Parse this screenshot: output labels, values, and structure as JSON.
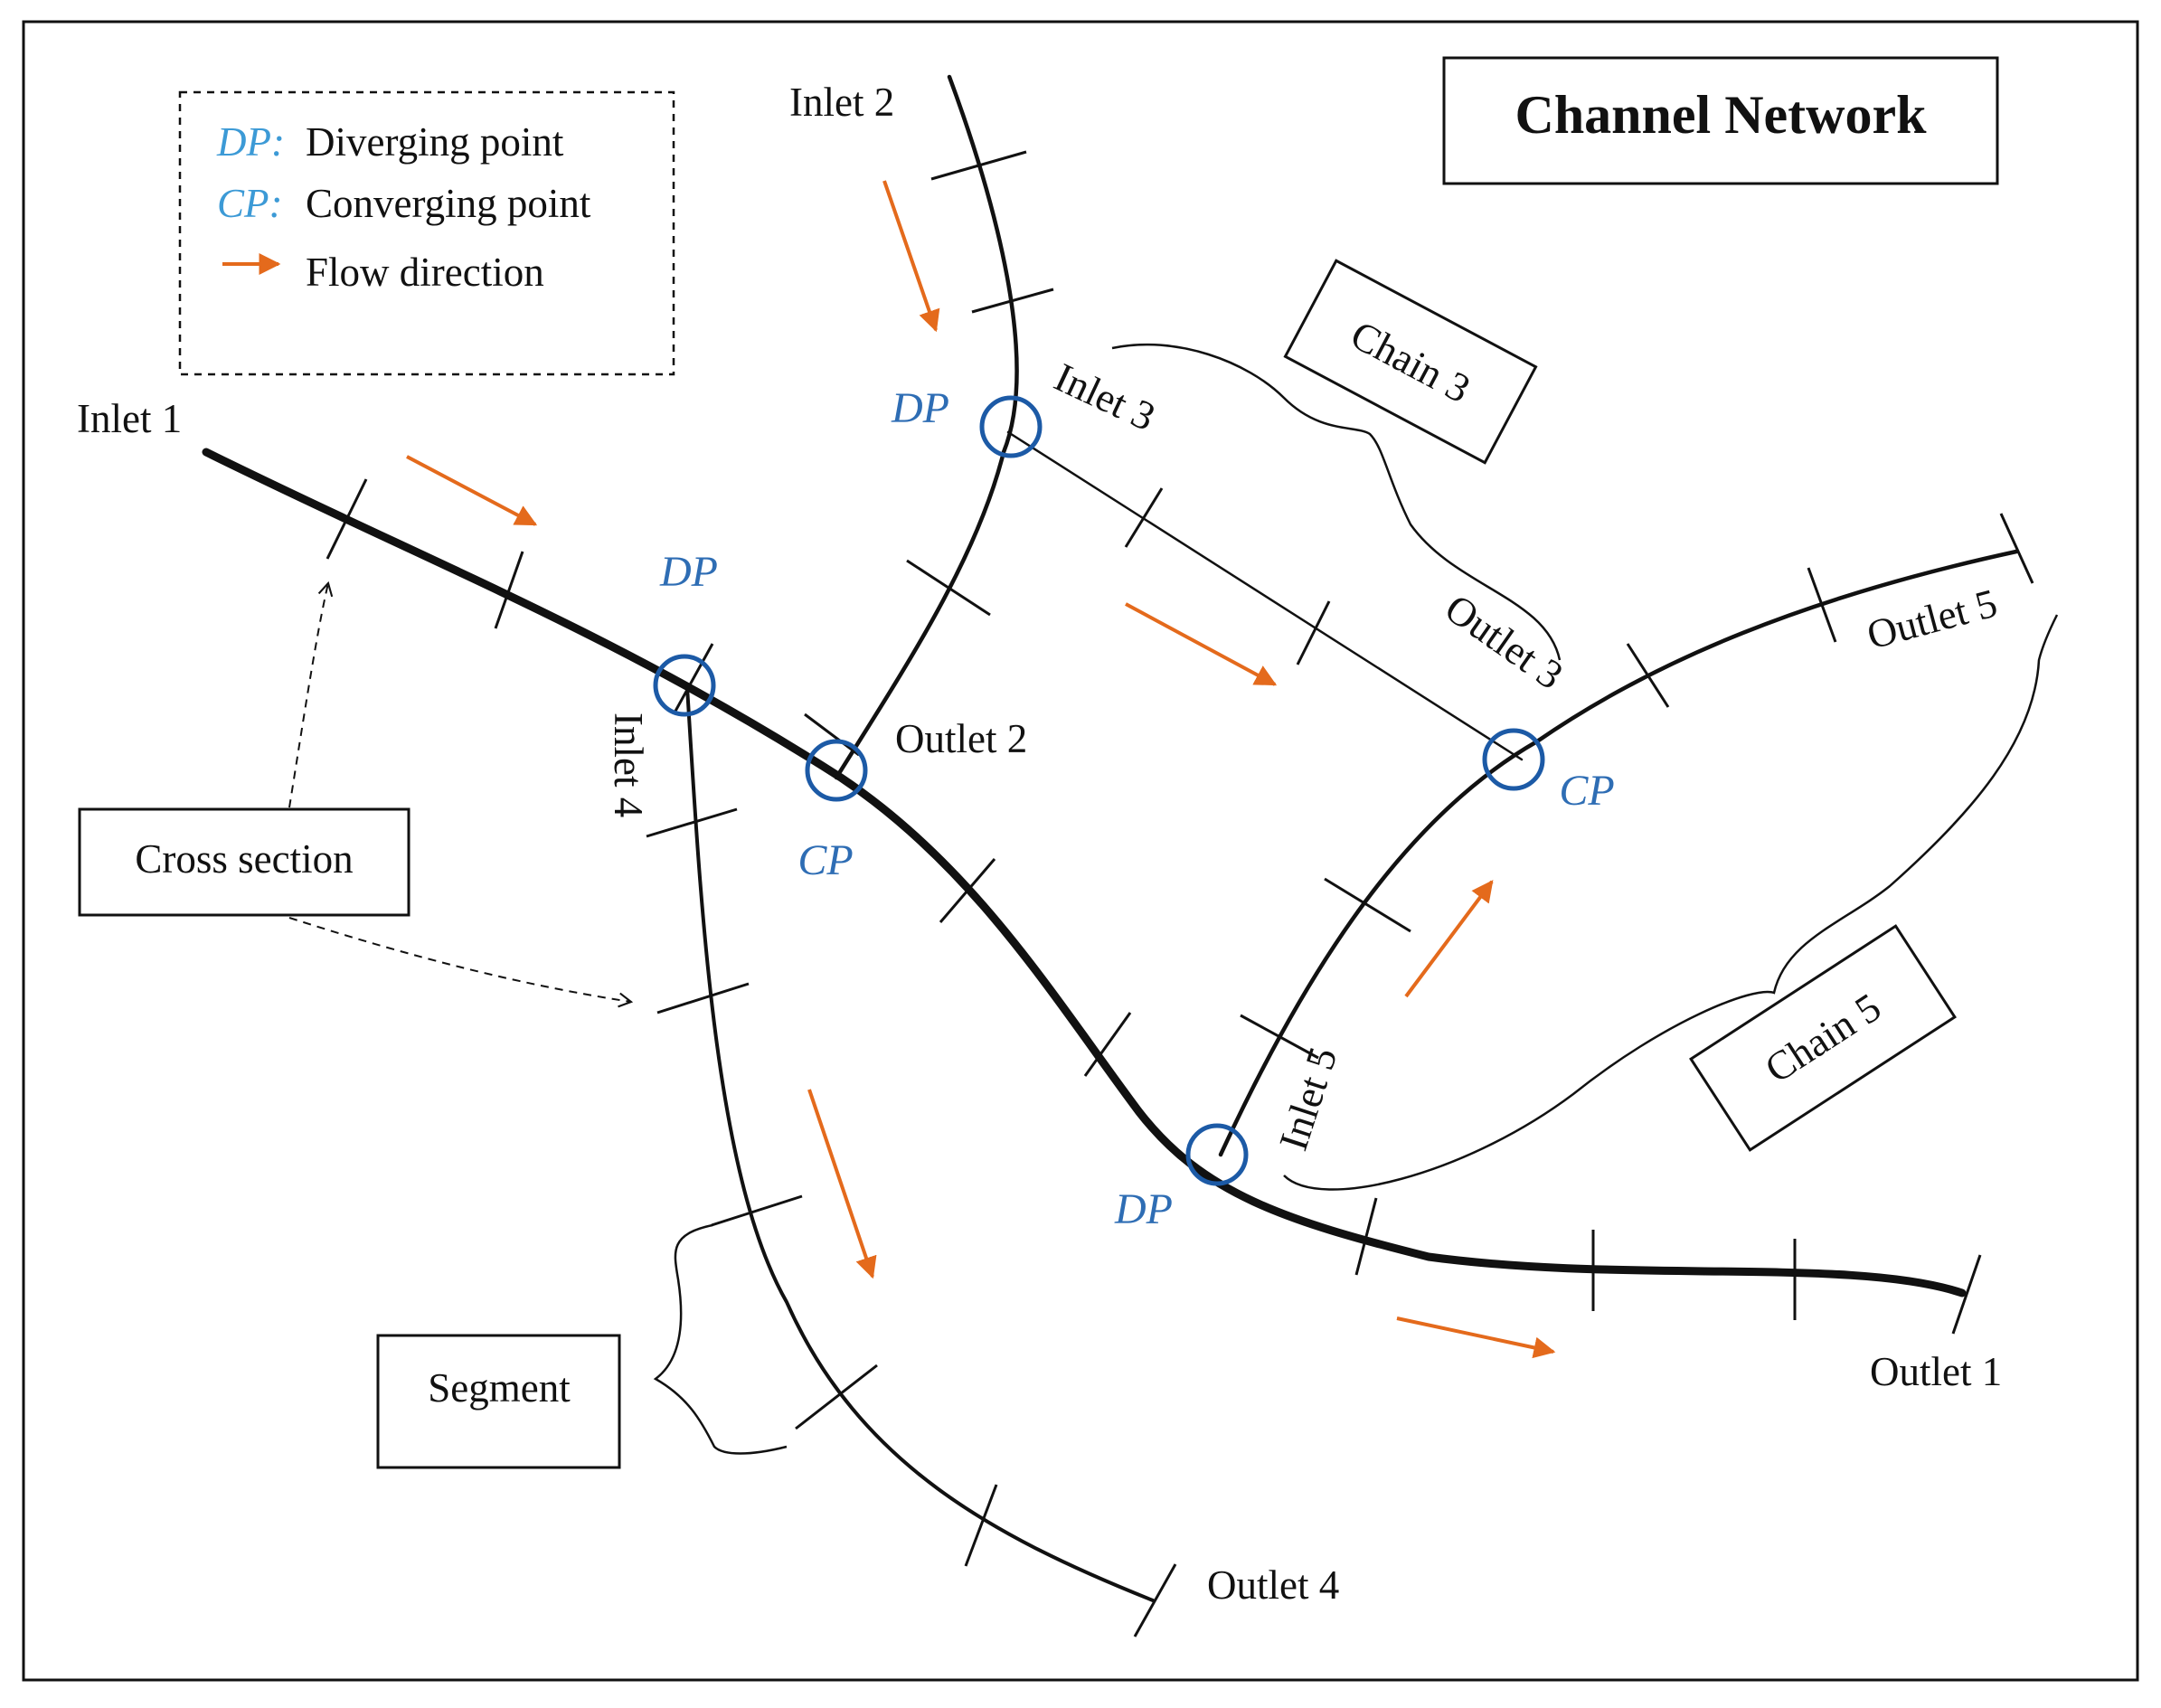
{
  "title": "Channel Network",
  "legend": {
    "items": [
      {
        "key": "DP:",
        "text": "Diverging point"
      },
      {
        "key": "CP:",
        "text": "Converging point"
      },
      {
        "key": "",
        "text": "Flow direction"
      }
    ]
  },
  "labels": {
    "inlet1": "Inlet 1",
    "inlet2": "Inlet 2",
    "inlet3": "Inlet 3",
    "inlet4": "Inlet 4",
    "inlet5": "Inlet 5",
    "outlet1": "Outlet 1",
    "outlet2": "Outlet 2",
    "outlet3": "Outlet 3",
    "outlet4": "Outlet 4",
    "outlet5": "Outlet 5"
  },
  "nodes": {
    "dp_main": "DP",
    "dp_upper": "DP",
    "dp_lower": "DP",
    "cp_main": "CP",
    "cp_right": "CP"
  },
  "callouts": {
    "cross_section": "Cross section",
    "segment": "Segment",
    "chain3": "Chain 3",
    "chain5": "Chain 5"
  },
  "colors": {
    "flow_arrow": "#e46a1c",
    "node_circle": "#1c5aa6",
    "node_label": "#2e6db4",
    "legend_key": "#3c9ad6"
  }
}
